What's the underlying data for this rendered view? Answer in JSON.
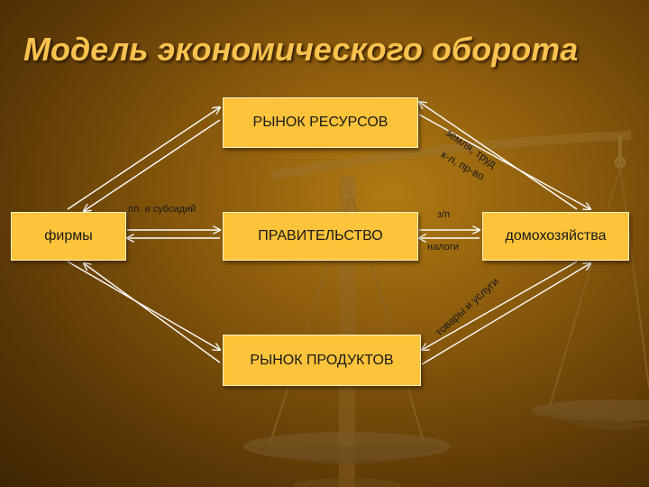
{
  "title": "Модель экономического оборота",
  "nodes": {
    "resource_market": "РЫНОК РЕСУРСОВ",
    "firms": "фирмы",
    "government": "ПРАВИТЕЛЬСТВО",
    "households": "домохозяйства",
    "product_market": "РЫНОК ПРОДУКТОВ"
  },
  "labels": {
    "subsidies": "пл. и субсидий",
    "wages": "з/п",
    "taxes": "налоги",
    "land_labor": "земля, труд",
    "capital_entrepreneurship": "к-л, пр-во",
    "goods_services": "товары и услуги"
  },
  "colors": {
    "background": "#8a5a0c",
    "box_fill": "#fdc33a",
    "title": "#f7c24e",
    "arrow": "#ffffff"
  }
}
